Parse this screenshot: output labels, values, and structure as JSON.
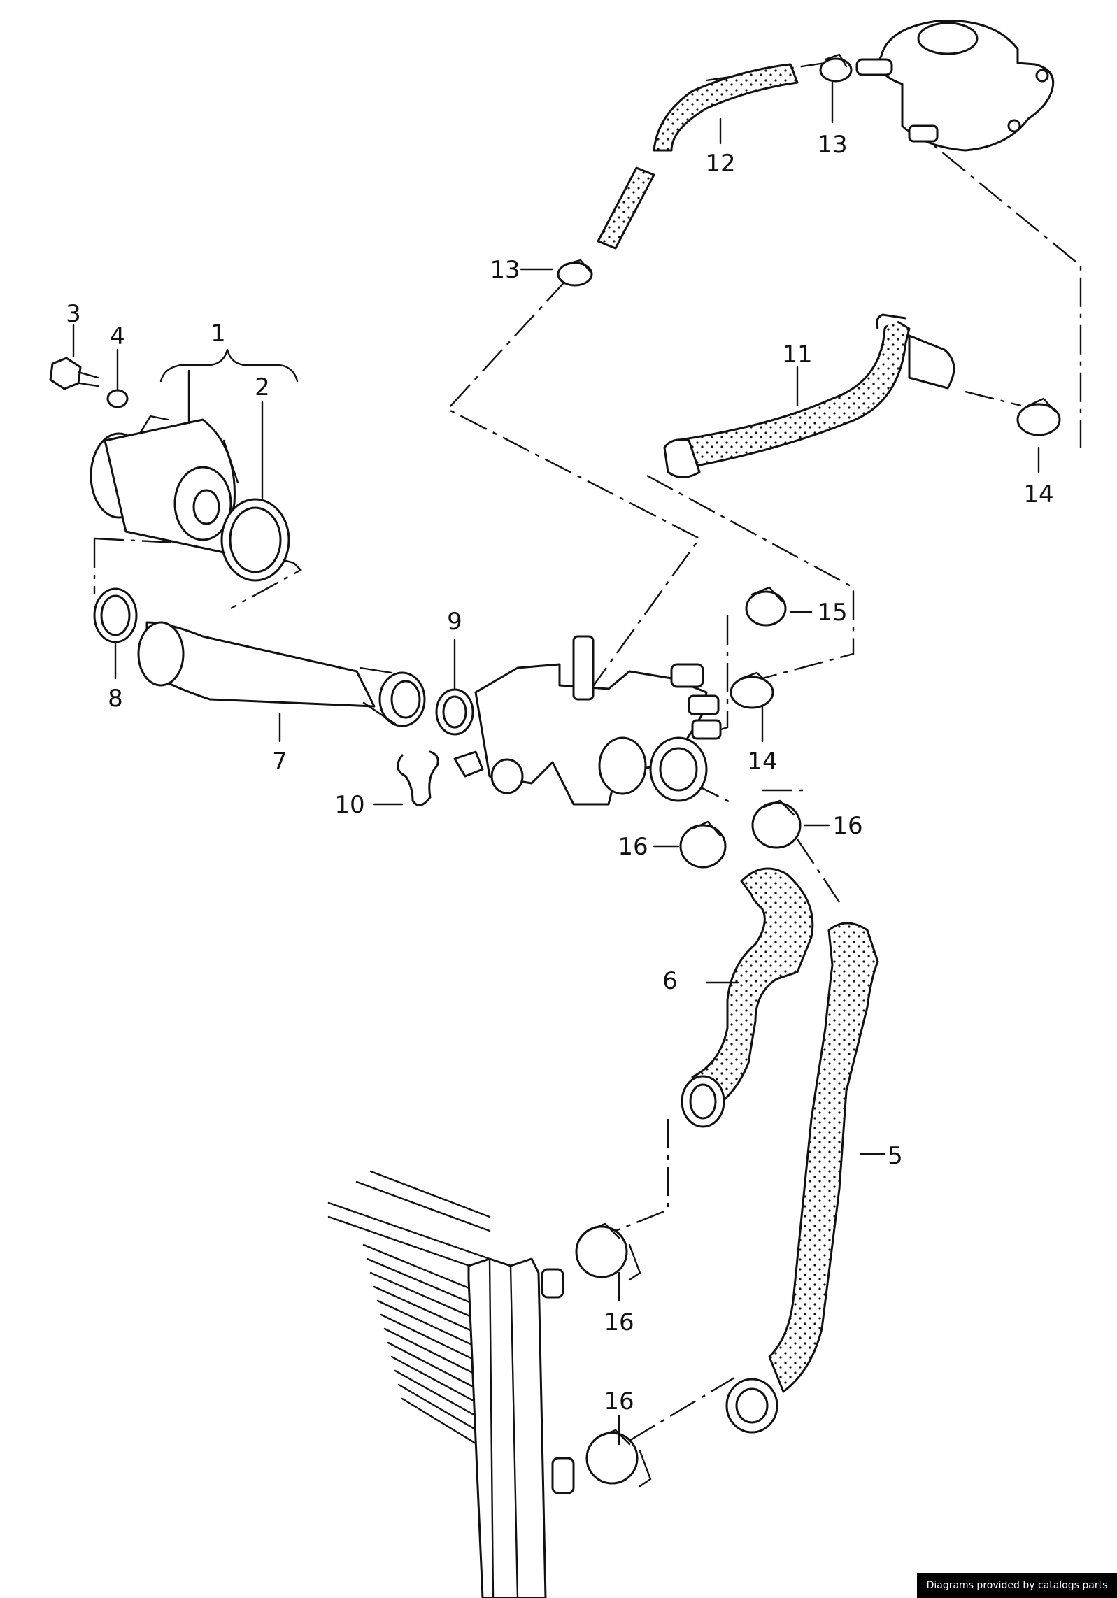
{
  "callouts": [
    {
      "id": "1",
      "label": "1"
    },
    {
      "id": "2",
      "label": "2"
    },
    {
      "id": "3",
      "label": "3"
    },
    {
      "id": "4",
      "label": "4"
    },
    {
      "id": "5",
      "label": "5"
    },
    {
      "id": "6",
      "label": "6"
    },
    {
      "id": "7",
      "label": "7"
    },
    {
      "id": "8",
      "label": "8"
    },
    {
      "id": "9",
      "label": "9"
    },
    {
      "id": "10",
      "label": "10"
    },
    {
      "id": "11",
      "label": "11"
    },
    {
      "id": "12",
      "label": "12"
    },
    {
      "id": "13a",
      "label": "13"
    },
    {
      "id": "13b",
      "label": "13"
    },
    {
      "id": "14a",
      "label": "14"
    },
    {
      "id": "14b",
      "label": "14"
    },
    {
      "id": "15",
      "label": "15"
    },
    {
      "id": "16a",
      "label": "16"
    },
    {
      "id": "16b",
      "label": "16"
    },
    {
      "id": "16c",
      "label": "16"
    },
    {
      "id": "16d",
      "label": "16"
    }
  ],
  "credit": "Diagrams provided by catalogs parts",
  "colors": {
    "line": "#111111",
    "background": "#ffffff",
    "credit_bg": "#000000",
    "credit_text": "#ffffff"
  }
}
